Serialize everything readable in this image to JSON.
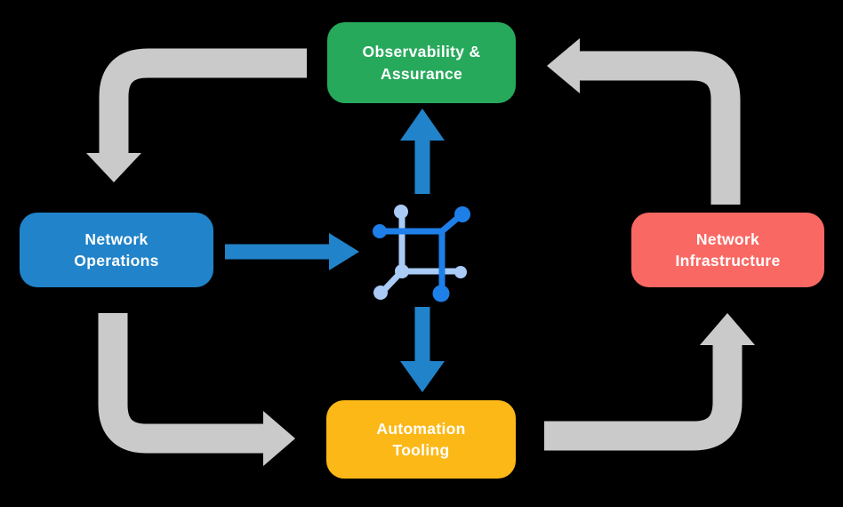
{
  "colors": {
    "bg": "#000000",
    "green": "#27A95B",
    "blue": "#2183C9",
    "red": "#F96863",
    "yellow": "#FBB817",
    "gray": "#CACACA",
    "icon-dark": "#1E7FE8",
    "icon-light": "#A9CBF6",
    "text": "#FFFFFF"
  },
  "nodes": {
    "observability": {
      "label": "Observability & Assurance",
      "color": "#27A95B"
    },
    "operations": {
      "label": "Network Operations",
      "color": "#2183C9"
    },
    "infrastructure": {
      "label": "Network Infrastructure",
      "color": "#F96863"
    },
    "automation": {
      "label": "Automation Tooling",
      "color": "#FBB817"
    }
  },
  "icons": {
    "center": "network-mesh-icon"
  }
}
